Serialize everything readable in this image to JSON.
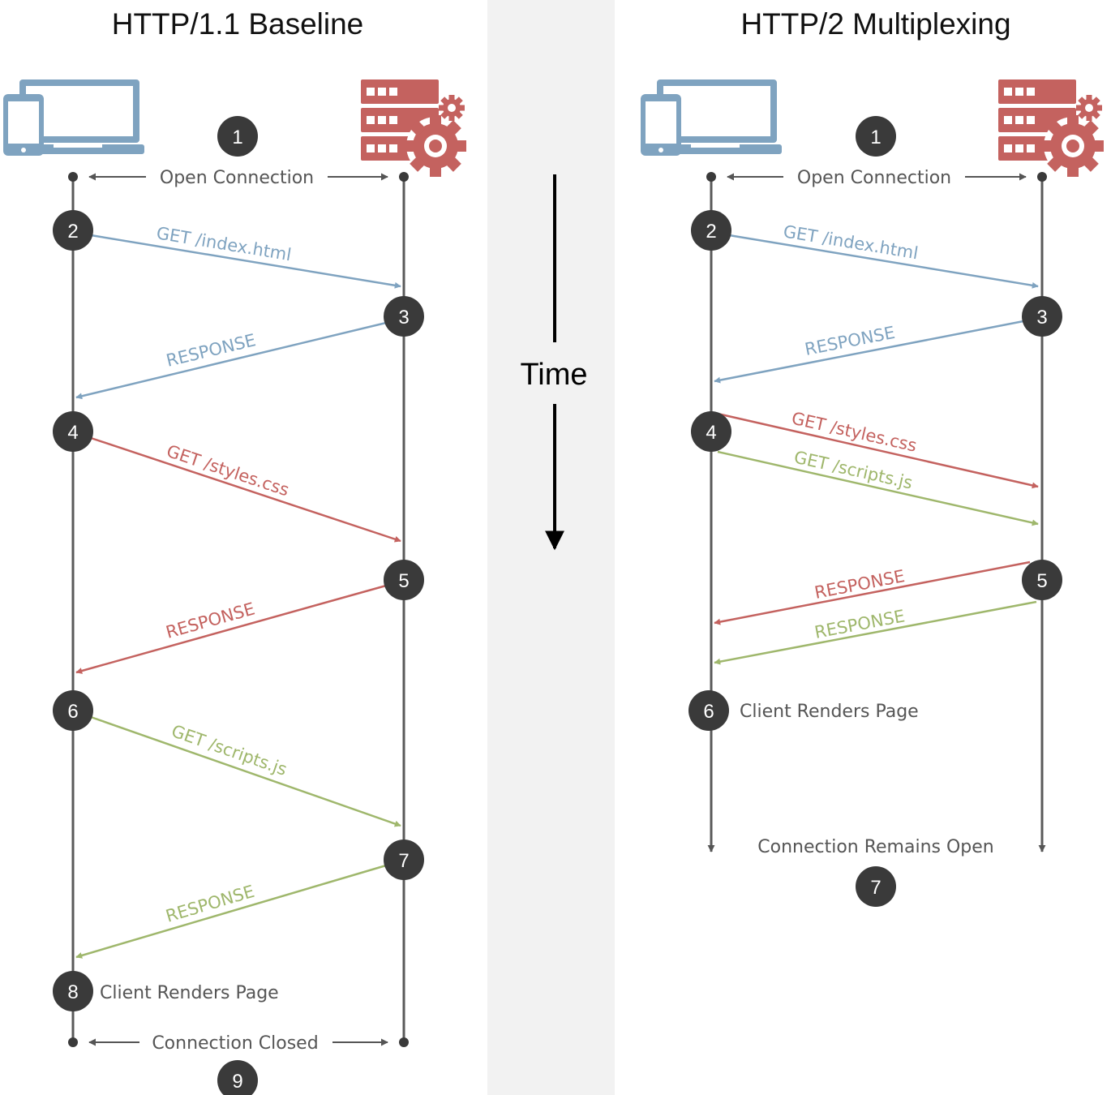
{
  "colors": {
    "blue": "#7fa3c0",
    "red": "#c4625f",
    "green": "#9fb76c",
    "step_circle": "#3a3a3a",
    "timeline": "#5a5a5a"
  },
  "time_label": "Time",
  "left": {
    "title": "HTTP/1.1 Baseline",
    "open_connection": "Open Connection",
    "client_renders": "Client Renders Page",
    "connection_closed": "Connection Closed",
    "steps": [
      "1",
      "2",
      "3",
      "4",
      "5",
      "6",
      "7",
      "8",
      "9"
    ],
    "messages": [
      "GET /index.html",
      "RESPONSE",
      "GET /styles.css",
      "RESPONSE",
      "GET /scripts.js",
      "RESPONSE"
    ]
  },
  "right": {
    "title": "HTTP/2 Multiplexing",
    "open_connection": "Open Connection",
    "client_renders": "Client Renders Page",
    "connection_open": "Connection Remains Open",
    "steps": [
      "1",
      "2",
      "3",
      "4",
      "5",
      "6",
      "7"
    ],
    "messages": [
      "GET /index.html",
      "RESPONSE",
      "GET /styles.css",
      "GET /scripts.js",
      "RESPONSE",
      "RESPONSE"
    ]
  },
  "icons": {
    "client": "devices-icon",
    "server": "server-gear-icon"
  }
}
